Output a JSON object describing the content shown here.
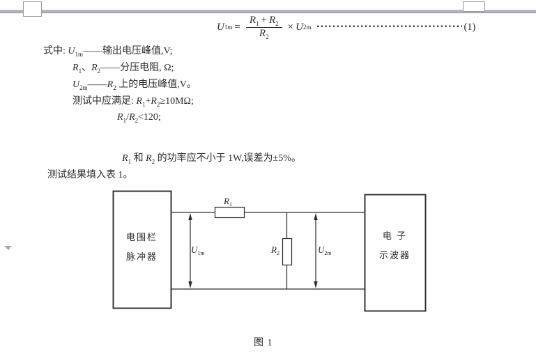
{
  "equation": {
    "lhs_base": "U",
    "lhs_sub": "1m",
    "equals": "=",
    "num_r1": "R",
    "num_r1_sub": "1",
    "plus": "+",
    "num_r2": "R",
    "num_r2_sub": "2",
    "den_base": "R",
    "den_sub": "2",
    "times": "×",
    "rhs_base": "U",
    "rhs_sub": "2m",
    "leader": "·················································",
    "number": "(1)"
  },
  "definitions": {
    "l1_prefix": "式中:",
    "l1_var": "U",
    "l1_sub": "1m",
    "l1_dash": "——",
    "l1_text": "输出电压峰值,V;",
    "l2_r1": "R",
    "l2_r1_sub": "1",
    "l2_sep": "、",
    "l2_r2": "R",
    "l2_r2_sub": "2",
    "l2_dash": "——",
    "l2_text": "分压电阻, Ω;",
    "l3_var": "U",
    "l3_sub": "2m",
    "l3_dash": "——",
    "l3_r": "R",
    "l3_r_sub": "2",
    "l3_text": " 上的电压峰值,V。",
    "l4_prefix": "测试中应满足:",
    "l4_r1": "R",
    "l4_r1_sub": "1",
    "l4_plus": "+",
    "l4_r2": "R",
    "l4_r2_sub": "2",
    "l4_text": "≥10MΩ;",
    "l5_r1": "R",
    "l5_r1_sub": "1",
    "l5_slash": "/",
    "l5_r2": "R",
    "l5_r2_sub": "2",
    "l5_text": "<120;"
  },
  "notes": {
    "p_r1": "R",
    "p_r1_sub": "1",
    "p_and": " 和 ",
    "p_r2": "R",
    "p_r2_sub": "2",
    "p_text": " 的功率应不小于 1W,误差为±5%。",
    "result": "测试结果填入表 1。"
  },
  "diagram": {
    "left_box_line1": "电围栏",
    "left_box_line2": "脉冲器",
    "right_box_line1": "电 子",
    "right_box_line2": "示波器",
    "r1_base": "R",
    "r1_sub": "1",
    "r2_base": "R",
    "r2_sub": "2",
    "u1m_base": "U",
    "u1m_sub": "1m",
    "u2m_base": "U",
    "u2m_sub": "2m"
  },
  "caption": "图 1",
  "colors": {
    "ink": "#2b2b2b",
    "chrome_bar": "#b2b5bc",
    "chrome_edge": "#8f939b"
  }
}
